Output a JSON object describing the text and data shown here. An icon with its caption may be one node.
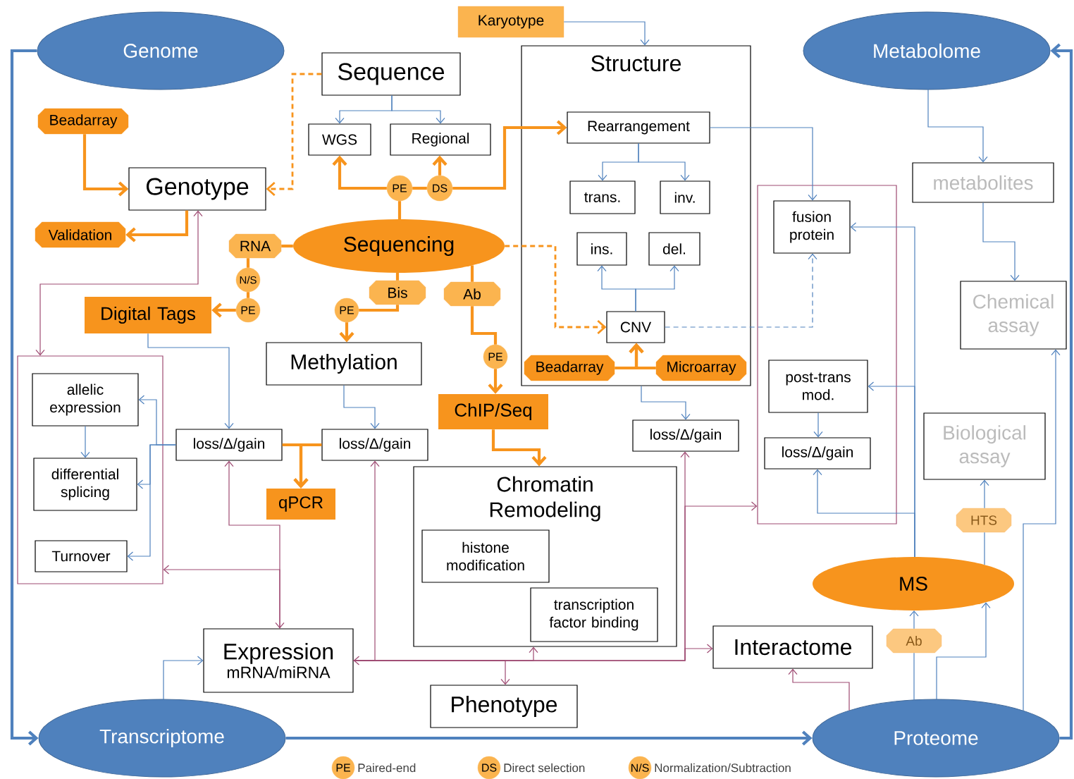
{
  "diagram": {
    "nodes": [
      {
        "text": [
          "Genome"
        ]
      },
      {
        "text": [
          "Metabolome"
        ]
      },
      {
        "text": [
          "Karyotype"
        ]
      },
      {
        "text": [
          "Sequence"
        ]
      },
      {
        "text": [
          "WGS"
        ]
      },
      {
        "text": [
          "Regional"
        ]
      },
      {
        "text": [
          "Structure"
        ]
      },
      {
        "text": [
          "Rearrangement"
        ],
        "in": 6
      },
      {
        "text": [
          "trans."
        ],
        "in": 6
      },
      {
        "text": [
          "inv."
        ],
        "in": 6
      },
      {
        "text": [
          "ins."
        ],
        "in": 6
      },
      {
        "text": [
          "del."
        ],
        "in": 6
      },
      {
        "text": [
          "CNV"
        ],
        "in": 6
      },
      {
        "text": [
          "Beadarray"
        ],
        "in": 6
      },
      {
        "text": [
          "Microarray"
        ],
        "in": 6
      },
      {
        "text": [
          "Beadarray"
        ]
      },
      {
        "text": [
          "Genotype"
        ]
      },
      {
        "text": [
          "Validation"
        ]
      },
      {
        "text": [
          "PE"
        ]
      },
      {
        "text": [
          "DS"
        ]
      },
      {
        "text": [
          "Sequencing"
        ]
      },
      {
        "text": [
          "RNA"
        ]
      },
      {
        "text": [
          "N/S"
        ]
      },
      {
        "text": [
          "PE"
        ]
      },
      {
        "text": [
          "Digital Tags"
        ]
      },
      {
        "text": [
          "Bis"
        ]
      },
      {
        "text": [
          "PE"
        ]
      },
      {
        "text": [
          "Ab"
        ]
      },
      {
        "text": [
          "PE"
        ]
      },
      {
        "text": [
          "Methylation"
        ]
      },
      {
        "text": [
          "ChIP/Seq"
        ]
      },
      {
        "text": [
          "metabolites"
        ]
      },
      {
        "text": [
          "Chemical assay"
        ]
      },
      {
        "text": [],
        "shape": "box"
      },
      {
        "text": [
          "fusion protein"
        ],
        "in": 33
      },
      {
        "text": [
          "post-trans mod."
        ],
        "in": 33
      },
      {
        "text": [
          "loss/Δ/gain"
        ],
        "in": 33
      },
      {
        "text": [],
        "shape": "box"
      },
      {
        "text": [
          "allelic expression"
        ],
        "in": 37
      },
      {
        "text": [
          "differential splicing"
        ],
        "in": 37
      },
      {
        "text": [
          "Turnover"
        ],
        "in": 37
      },
      {
        "text": [
          "loss/Δ/gain"
        ]
      },
      {
        "text": [
          "loss/Δ/gain"
        ]
      },
      {
        "text": [
          "qPCR"
        ]
      },
      {
        "text": [
          "loss/Δ/gain"
        ]
      },
      {
        "text": [
          "Chromatin Remodeling"
        ]
      },
      {
        "text": [
          "histone modification"
        ],
        "in": 45
      },
      {
        "text": [
          "transcription factor binding"
        ],
        "in": 45
      },
      {
        "text": [
          "Biological assay"
        ]
      },
      {
        "text": [
          "HTS"
        ]
      },
      {
        "text": [
          "MS"
        ]
      },
      {
        "text": [
          "Ab"
        ]
      },
      {
        "text": [
          "Expression",
          "mRNA/miRNA"
        ]
      },
      {
        "text": [
          "Interactome"
        ]
      },
      {
        "text": [
          "Phenotype"
        ]
      },
      {
        "text": [
          "Transcriptome"
        ]
      },
      {
        "text": [
          "Proteome"
        ]
      }
    ],
    "edges": [
      {
        "from": 0,
        "to": 55,
        "arrow": "to",
        "style": "thick"
      },
      {
        "from": 55,
        "to": 56,
        "arrow": "to",
        "style": "thick"
      },
      {
        "from": 56,
        "to": 1,
        "arrow": "to",
        "style": "thick"
      },
      {
        "from": 2,
        "to": 6,
        "arrow": "to"
      },
      {
        "from": 3,
        "to": 4,
        "arrow": "to"
      },
      {
        "from": 3,
        "to": 5,
        "arrow": "to"
      },
      {
        "from": 7,
        "to": 8,
        "arrow": "to"
      },
      {
        "from": 7,
        "to": 9,
        "arrow": "to"
      },
      {
        "from": 12,
        "to": 10,
        "arrow": "to"
      },
      {
        "from": 12,
        "to": 11,
        "arrow": "to"
      },
      {
        "from": 7,
        "to": 34,
        "arrow": "to"
      },
      {
        "from": 12,
        "to": 34,
        "arrow": "to",
        "style": "dashed"
      },
      {
        "from": 1,
        "to": 31,
        "arrow": "to"
      },
      {
        "from": 31,
        "to": 32,
        "arrow": "to"
      },
      {
        "from": 6,
        "to": 44,
        "arrow": "to"
      },
      {
        "from": 24,
        "to": 41,
        "arrow": "to"
      },
      {
        "from": 29,
        "to": 42,
        "arrow": "to"
      },
      {
        "from": 38,
        "to": 39,
        "arrow": "to"
      },
      {
        "from": 41,
        "to": 38,
        "arrow": "to"
      },
      {
        "from": 41,
        "to": 39,
        "arrow": "to"
      },
      {
        "from": 41,
        "to": 40,
        "arrow": "to"
      },
      {
        "from": 35,
        "to": 36,
        "arrow": "to"
      },
      {
        "from": 50,
        "to": 34,
        "arrow": "to"
      },
      {
        "from": 50,
        "to": 35,
        "arrow": "to"
      },
      {
        "from": 50,
        "to": 36,
        "arrow": "to"
      },
      {
        "from": 55,
        "to": 52,
        "arrow": "to"
      },
      {
        "from": 56,
        "to": 51,
        "arrow": "none"
      },
      {
        "from": 51,
        "to": 50,
        "arrow": "to"
      },
      {
        "from": 56,
        "to": 50,
        "arrow": "to"
      },
      {
        "from": 50,
        "to": 49,
        "arrow": "none"
      },
      {
        "from": 49,
        "to": 48,
        "arrow": "to"
      },
      {
        "from": 56,
        "to": 32,
        "arrow": "to"
      },
      {
        "from": 56,
        "to": 53,
        "arrow": "to",
        "color": "#9e4a72"
      },
      {
        "from": 15,
        "to": 16,
        "arrow": "to",
        "style": "thick",
        "color": "#f7941d"
      },
      {
        "from": 16,
        "to": 17,
        "arrow": "to",
        "style": "thick",
        "color": "#f7941d"
      },
      {
        "from": 3,
        "to": 16,
        "arrow": "to",
        "style": "dashed",
        "color": "#f7941d"
      },
      {
        "from": 20,
        "to": 18,
        "arrow": "none",
        "style": "thick",
        "color": "#f7941d"
      },
      {
        "from": 18,
        "to": 4,
        "arrow": "to",
        "style": "thick",
        "color": "#f7941d"
      },
      {
        "from": 18,
        "to": 19,
        "arrow": "none",
        "style": "thick",
        "color": "#f7941d"
      },
      {
        "from": 19,
        "to": 5,
        "arrow": "to",
        "style": "thick",
        "color": "#f7941d"
      },
      {
        "from": 19,
        "to": 7,
        "arrow": "to",
        "style": "thick",
        "color": "#f7941d"
      },
      {
        "from": 20,
        "to": 12,
        "arrow": "to",
        "style": "dashed",
        "color": "#f7941d"
      },
      {
        "from": 20,
        "to": 21,
        "arrow": "none",
        "style": "thick",
        "color": "#f7941d"
      },
      {
        "from": 21,
        "to": 22,
        "arrow": "none",
        "style": "thick",
        "color": "#f7941d"
      },
      {
        "from": 22,
        "to": 23,
        "arrow": "none",
        "style": "thick",
        "color": "#f7941d"
      },
      {
        "from": 23,
        "to": 24,
        "arrow": "to",
        "style": "thick",
        "color": "#f7941d"
      },
      {
        "from": 20,
        "to": 25,
        "arrow": "none",
        "style": "thick",
        "color": "#f7941d"
      },
      {
        "from": 25,
        "to": 26,
        "arrow": "none",
        "style": "thick",
        "color": "#f7941d"
      },
      {
        "from": 26,
        "to": 29,
        "arrow": "to",
        "style": "thick",
        "color": "#f7941d"
      },
      {
        "from": 20,
        "to": 27,
        "arrow": "none",
        "style": "thick",
        "color": "#f7941d"
      },
      {
        "from": 27,
        "to": 28,
        "arrow": "none",
        "style": "thick",
        "color": "#f7941d"
      },
      {
        "from": 28,
        "to": 30,
        "arrow": "to",
        "style": "thick",
        "color": "#f7941d"
      },
      {
        "from": 30,
        "to": 45,
        "arrow": "to",
        "style": "thick",
        "color": "#f7941d"
      },
      {
        "from": 13,
        "to": 12,
        "arrow": "to",
        "style": "thick",
        "color": "#f7941d"
      },
      {
        "from": 14,
        "to": 12,
        "arrow": "to",
        "style": "thick",
        "color": "#f7941d"
      },
      {
        "from": 41,
        "to": 43,
        "arrow": "to",
        "style": "thick",
        "color": "#f7941d"
      },
      {
        "from": 42,
        "to": 43,
        "arrow": "to",
        "style": "thick",
        "color": "#f7941d"
      },
      {
        "from": 16,
        "to": 37,
        "arrow": "both",
        "color": "#9e4a72"
      },
      {
        "from": 41,
        "to": 52,
        "arrow": "both",
        "color": "#9e4a72"
      },
      {
        "from": 52,
        "to": 37,
        "arrow": "to",
        "color": "#9e4a72"
      },
      {
        "from": 52,
        "to": 42,
        "arrow": "both",
        "color": "#9e4a72"
      },
      {
        "from": 52,
        "to": 54,
        "arrow": "to",
        "color": "#9e4a72"
      },
      {
        "from": 52,
        "to": 45,
        "arrow": "to",
        "color": "#9e4a72"
      },
      {
        "from": 52,
        "to": 44,
        "arrow": "to",
        "color": "#9e4a72"
      },
      {
        "from": 52,
        "to": 33,
        "arrow": "to",
        "color": "#9e4a72"
      },
      {
        "from": 52,
        "to": 53,
        "arrow": "to",
        "color": "#9e4a72"
      }
    ],
    "labels": [
      "PE",
      "DS",
      "N/S"
    ],
    "legend": [
      {
        "text": "Paired-end"
      },
      {
        "text": "Direct selection"
      },
      {
        "text": "Normalization/Subtraction"
      }
    ]
  }
}
